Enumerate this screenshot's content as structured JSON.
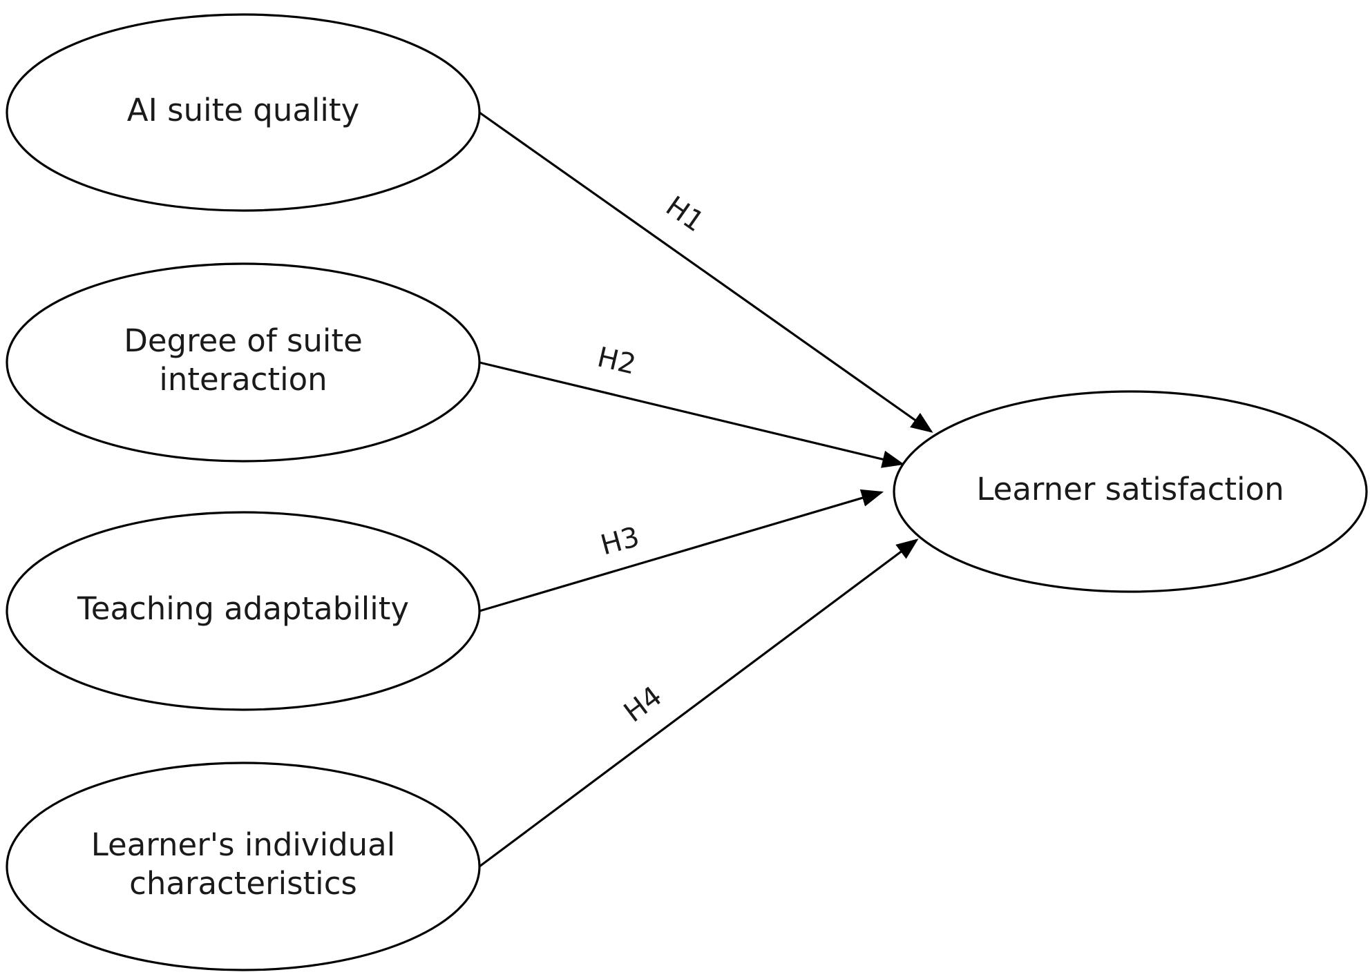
{
  "diagram": {
    "nodes": [
      {
        "id": "ai-suite-quality",
        "lines": [
          "AI suite quality"
        ]
      },
      {
        "id": "degree-of-suite-interaction",
        "lines": [
          "Degree of suite",
          "interaction"
        ]
      },
      {
        "id": "teaching-adaptability",
        "lines": [
          "Teaching adaptability"
        ]
      },
      {
        "id": "learners-individual-characteristics",
        "lines": [
          "Learner's individual",
          "characteristics"
        ]
      },
      {
        "id": "learner-satisfaction",
        "lines": [
          "Learner satisfaction"
        ]
      }
    ],
    "edges": [
      {
        "from": "ai-suite-quality",
        "to": "learner-satisfaction",
        "label": "H1"
      },
      {
        "from": "degree-of-suite-interaction",
        "to": "learner-satisfaction",
        "label": "H2"
      },
      {
        "from": "teaching-adaptability",
        "to": "learner-satisfaction",
        "label": "H3"
      },
      {
        "from": "learners-individual-characteristics",
        "to": "learner-satisfaction",
        "label": "H4"
      }
    ]
  }
}
